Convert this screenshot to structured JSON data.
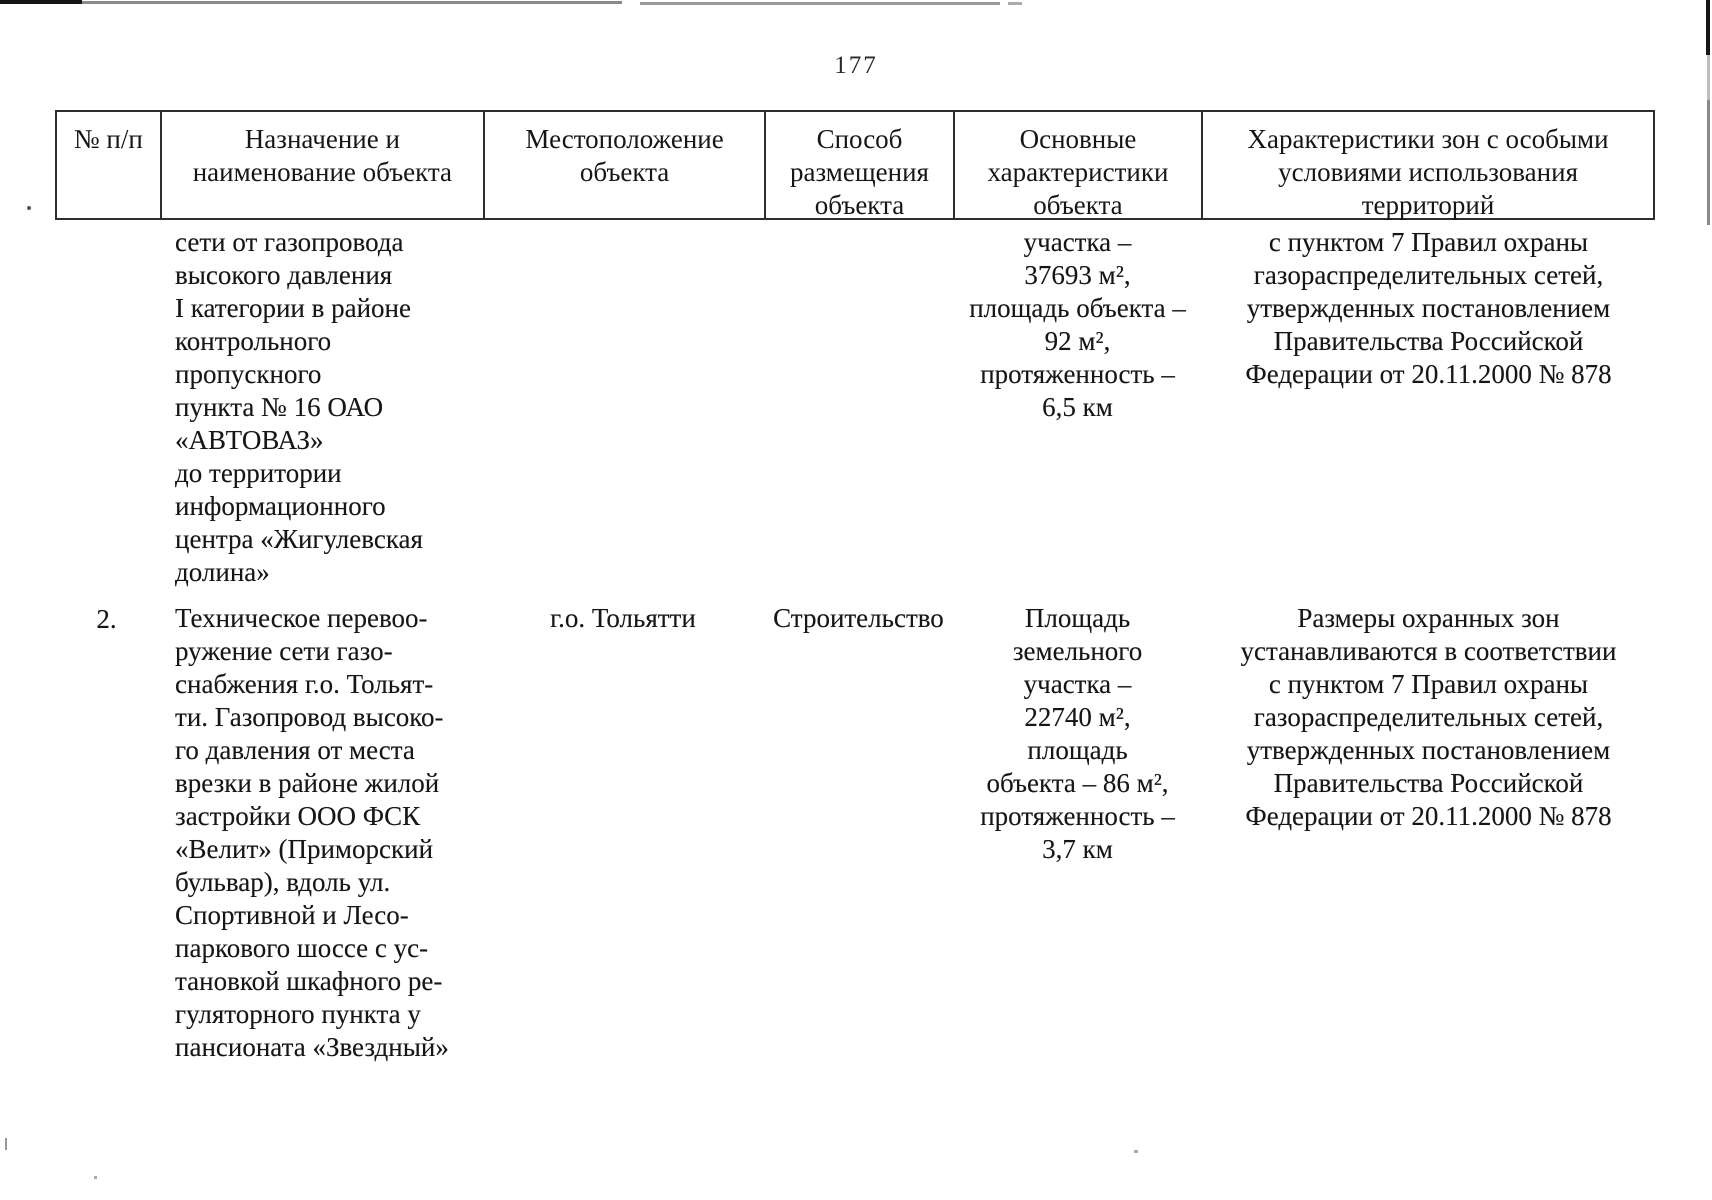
{
  "page": {
    "number": "177"
  },
  "table": {
    "headers": [
      "№ п/п",
      "Назначение и\nнаименование объекта",
      "Местоположение\nобъекта",
      "Способ\nразмещения\nобъекта",
      "Основные\nхарактеристики\nобъекта",
      "Характеристики зон с особыми\nусловиями использования\nтерриторий"
    ],
    "rows": [
      {
        "num": "",
        "name": "сети от газопровода\nвысокого давления\nI категории в районе\nконтрольного\nпропускного\nпункта № 16 ОАО\n«АВТОВАЗ»\nдо территории\nинформационного\nцентра «Жигулевская\nдолина»",
        "location": "",
        "placement": "",
        "characteristics": "участка –\n37693 м²,\nплощадь объекта –\n92 м²,\nпротяженность –\n6,5 км",
        "zones": "с пунктом 7 Правил охраны\nгазораспределительных сетей,\nутвержденных постановлением\nПравительства Российской\nФедерации от 20.11.2000 № 878"
      },
      {
        "num": "2.",
        "name": "Техническое перевоо-\nружение сети газо-\nснабжения г.о. Тольят-\nти. Газопровод высоко-\nго давления от места\nврезки в районе жилой\nзастройки ООО ФСК\n«Велит» (Приморский\nбульвар), вдоль ул.\nСпортивной и Лесо-\nпаркового шоссе с ус-\nтановкой шкафного ре-\nгуляторного пункта у\nпансионата «Звездный»",
        "location": "г.о. Тольятти",
        "placement": "Строительство",
        "characteristics": "Площадь\nземельного\nучастка –\n22740 м²,\nплощадь\nобъекта – 86 м²,\nпротяженность –\n3,7 км",
        "zones": "Размеры охранных зон\nустанавливаются в соответствии\nс пунктом 7 Правил охраны\nгазораспределительных сетей,\nутвержденных постановлением\nПравительства Российской\nФедерации от 20.11.2000 № 878"
      }
    ]
  }
}
